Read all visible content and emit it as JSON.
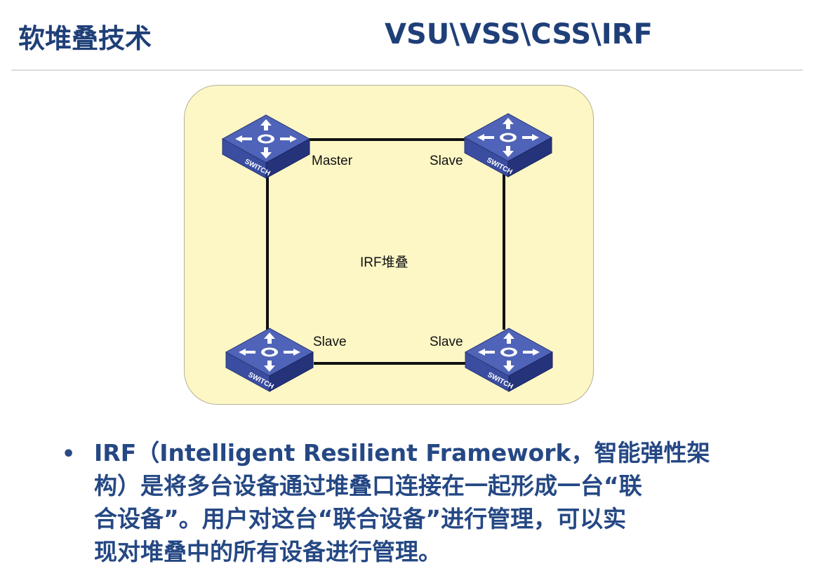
{
  "header": {
    "title": "软堆叠技术",
    "subtitle": "VSU\\VSS\\CSS\\IRF"
  },
  "diagram": {
    "stack_label": "IRF堆叠",
    "switch_text": "SWITCH",
    "nodes": [
      {
        "id": "top-left",
        "role": "Master"
      },
      {
        "id": "top-right",
        "role": "Slave"
      },
      {
        "id": "bottom-left",
        "role": "Slave"
      },
      {
        "id": "bottom-right",
        "role": "Slave"
      }
    ],
    "colors": {
      "panel_bg": "#fdf7c6",
      "switch_top": "#4f63b8",
      "switch_side": "#2d3d8a",
      "link": "#111111"
    }
  },
  "description": {
    "bullet": "•",
    "lines": [
      "IRF（Intelligent Resilient Framework，智能弹性架",
      "构）是将多台设备通过堆叠口连接在一起形成一台“联",
      "合设备”。用户对这台“联合设备”进行管理，可以实",
      "现对堆叠中的所有设备进行管理。"
    ]
  }
}
